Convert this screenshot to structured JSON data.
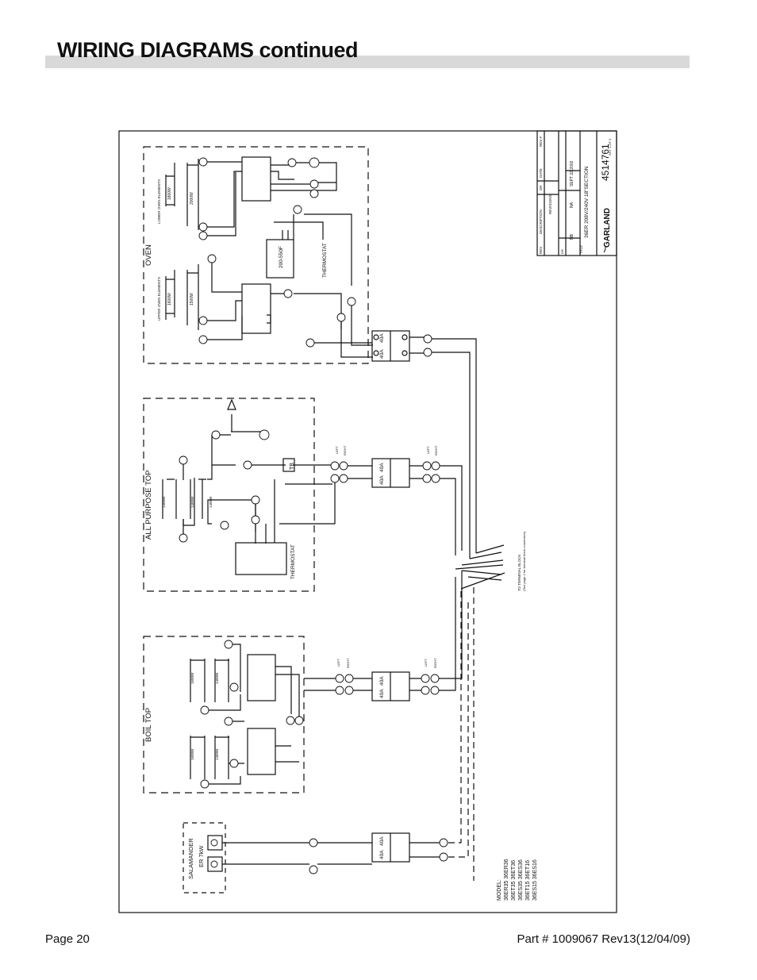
{
  "header": {
    "title": "WIRING DIAGRAMS continued"
  },
  "footer": {
    "page": "Page 20",
    "part": "Part # 1009067 Rev13(12/04/09)"
  },
  "diagram": {
    "sections": {
      "oven": "OVEN",
      "all_purpose_top": "ALL PURPOSE TOP",
      "boil_top": "BOIL TOP",
      "salamander": "SALAMANDER",
      "salamander_rating": "ER 7kW"
    },
    "oven": {
      "lower_elements": "LOWER OVEN ELEMENTS",
      "upper_elements": "UPPER OVEN ELEMENTS",
      "lower_outer": "1800W",
      "lower_inner": "2000W",
      "upper_outer": "1600W",
      "upper_inner": "1500W",
      "thermostat_range": "200-550F",
      "thermostat": "THERMOSTAT"
    },
    "apt": {
      "element_1": "1400W",
      "element_2": "1400W",
      "element_3": "1400W",
      "thermostat": "THERMOSTAT",
      "tb": "TB"
    },
    "boil": {
      "rear_left": "1600W",
      "rear_right": "1400W",
      "front_left": "1600W",
      "front_right": "1400W"
    },
    "fuses": {
      "f1": "40A",
      "f2": "40A",
      "f3": "40A",
      "f4": "40A",
      "f5": "40A",
      "f6": "40A",
      "f7": "40A",
      "f8": "40A"
    },
    "left_label": "LEFT",
    "right_label": "RIGHT",
    "terminal_block": "TO TERMINAL BLOCK",
    "terminal_note": "(See page 2 for terminal block connection)",
    "models_title": "MODEL:",
    "models": [
      "36ER35 36ER36",
      "36ET35 36ET36",
      "36ES35 36ES36",
      "36ET15 36ET16",
      "36ES15 36ES16"
    ]
  },
  "title_block": {
    "rev": "REV",
    "description": "DESCRIPTION",
    "dr": "DR",
    "date": "DATE",
    "rev_no": "REV #",
    "revisions": "REVISIONS",
    "dr_label": "DR",
    "dr_value": "NB",
    "scale_value": "NA",
    "date_value": "SEPT 22,2002",
    "title_label": "TITLE",
    "title_value": "36ER 208V/240V 18\"SECTION",
    "brand": "GARLAND",
    "drawing_number": "4514761",
    "sheet": "SHT 1 OF 3"
  }
}
